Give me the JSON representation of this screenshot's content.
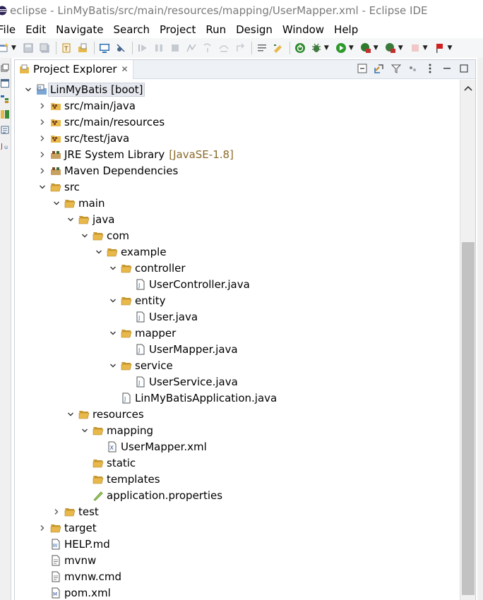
{
  "window": {
    "title": "eclipse - LinMyBatis/src/main/resources/mapping/UserMapper.xml - Eclipse IDE"
  },
  "menu": [
    "File",
    "Edit",
    "Navigate",
    "Search",
    "Project",
    "Run",
    "Design",
    "Window",
    "Help"
  ],
  "toolbar": {
    "icons": [
      "new-icon",
      "save-icon",
      "save-all-icon",
      "open-type-icon",
      "open-resource-icon",
      "console-icon",
      "skip-breakpoints-icon",
      "resume-icon",
      "suspend-icon",
      "terminate-icon",
      "disconnect-icon",
      "step-into-icon",
      "step-over-icon",
      "step-return-icon",
      "drop-to-frame-icon",
      "use-step-filters-icon",
      "last-edit-icon",
      "spring-boot-icon",
      "debug-icon",
      "run-icon",
      "coverage-icon",
      "external-tools-icon",
      "stop-icon",
      "toggle-mark-occurrences-icon"
    ]
  },
  "panel": {
    "title": "Project Explorer",
    "close_glyph": "✕",
    "tools": [
      "collapse-all-icon",
      "link-with-editor-icon",
      "filter-icon",
      "view-menu-icon",
      "more-icon",
      "minimize-icon",
      "maximize-icon"
    ]
  },
  "tree": [
    {
      "label": "LinMyBatis [boot]",
      "depth": 0,
      "twisty": "open",
      "icon": "project-icon",
      "selected": true
    },
    {
      "label": "src/main/java",
      "depth": 1,
      "twisty": "closed",
      "icon": "source-folder-icon"
    },
    {
      "label": "src/main/resources",
      "depth": 1,
      "twisty": "closed",
      "icon": "source-folder-icon"
    },
    {
      "label": "src/test/java",
      "depth": 1,
      "twisty": "closed",
      "icon": "source-folder-icon"
    },
    {
      "label": "JRE System Library",
      "decoration": "[JavaSE-1.8]",
      "depth": 1,
      "twisty": "closed",
      "icon": "library-icon"
    },
    {
      "label": "Maven Dependencies",
      "depth": 1,
      "twisty": "closed",
      "icon": "library-icon"
    },
    {
      "label": "src",
      "depth": 1,
      "twisty": "open",
      "icon": "folder-open-icon"
    },
    {
      "label": "main",
      "depth": 2,
      "twisty": "open",
      "icon": "folder-open-icon"
    },
    {
      "label": "java",
      "depth": 3,
      "twisty": "open",
      "icon": "folder-open-icon"
    },
    {
      "label": "com",
      "depth": 4,
      "twisty": "open",
      "icon": "folder-open-icon"
    },
    {
      "label": "example",
      "depth": 5,
      "twisty": "open",
      "icon": "folder-open-icon"
    },
    {
      "label": "controller",
      "depth": 6,
      "twisty": "open",
      "icon": "folder-open-icon"
    },
    {
      "label": "UserController.java",
      "depth": 7,
      "twisty": "none",
      "icon": "java-file-icon"
    },
    {
      "label": "entity",
      "depth": 6,
      "twisty": "open",
      "icon": "folder-open-icon"
    },
    {
      "label": "User.java",
      "depth": 7,
      "twisty": "none",
      "icon": "java-file-icon"
    },
    {
      "label": "mapper",
      "depth": 6,
      "twisty": "open",
      "icon": "folder-open-icon"
    },
    {
      "label": "UserMapper.java",
      "depth": 7,
      "twisty": "none",
      "icon": "java-file-icon"
    },
    {
      "label": "service",
      "depth": 6,
      "twisty": "open",
      "icon": "folder-open-icon"
    },
    {
      "label": "UserService.java",
      "depth": 7,
      "twisty": "none",
      "icon": "java-file-icon"
    },
    {
      "label": "LinMyBatisApplication.java",
      "depth": 6,
      "twisty": "none",
      "icon": "java-file-icon"
    },
    {
      "label": "resources",
      "depth": 3,
      "twisty": "open",
      "icon": "folder-open-icon"
    },
    {
      "label": "mapping",
      "depth": 4,
      "twisty": "open",
      "icon": "folder-open-icon"
    },
    {
      "label": "UserMapper.xml",
      "depth": 5,
      "twisty": "none",
      "icon": "xml-file-icon"
    },
    {
      "label": "static",
      "depth": 4,
      "twisty": "none",
      "icon": "folder-open-icon"
    },
    {
      "label": "templates",
      "depth": 4,
      "twisty": "none",
      "icon": "folder-open-icon"
    },
    {
      "label": "application.properties",
      "depth": 4,
      "twisty": "none",
      "icon": "properties-file-icon"
    },
    {
      "label": "test",
      "depth": 2,
      "twisty": "closed",
      "icon": "folder-open-icon"
    },
    {
      "label": "target",
      "depth": 1,
      "twisty": "closed",
      "icon": "folder-open-icon"
    },
    {
      "label": "HELP.md",
      "depth": 1,
      "twisty": "none",
      "icon": "markdown-file-icon"
    },
    {
      "label": "mvnw",
      "depth": 1,
      "twisty": "none",
      "icon": "text-file-icon"
    },
    {
      "label": "mvnw.cmd",
      "depth": 1,
      "twisty": "none",
      "icon": "text-file-icon"
    },
    {
      "label": "pom.xml",
      "depth": 1,
      "twisty": "none",
      "icon": "maven-pom-icon"
    }
  ],
  "colors": {
    "folder": "#e8b84a",
    "accent": "#2f6fb0",
    "selection": "#e5e8ee"
  }
}
